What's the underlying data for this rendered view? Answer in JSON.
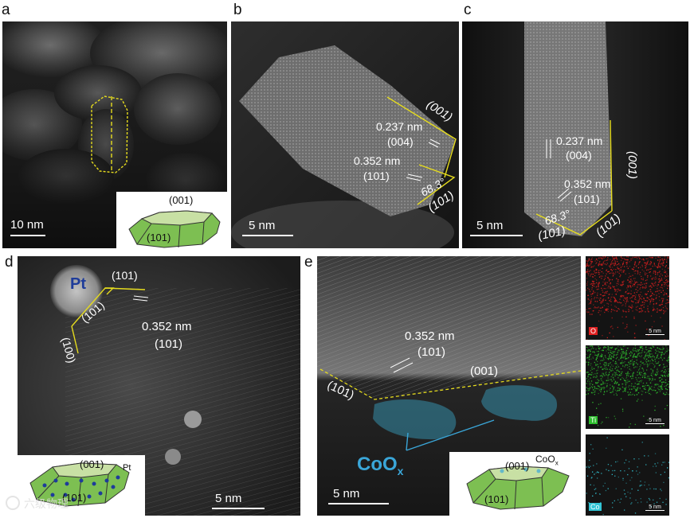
{
  "colors": {
    "annotation_line": "#e6dc1e",
    "crystal_green": "#7dbf52",
    "pt_label": "#1e3c9a",
    "coox_label": "#3aa6d8",
    "o_map": "#e02020",
    "ti_map": "#2fbf2f",
    "co_map": "#33c6d6",
    "cooxx_overlay": "#3aa6c8"
  },
  "panels": {
    "a": {
      "label": "a",
      "scale_bar": "10 nm",
      "inset": {
        "facet_top": "(001)",
        "facet_bottom": "(101)"
      }
    },
    "b": {
      "label": "b",
      "facet_top": "(001)",
      "facet_bottom": "(101)",
      "spacing_1": "0.237 nm",
      "plane_1": "(004)",
      "spacing_2": "0.352 nm",
      "plane_2": "(101)",
      "angle": "68.3°",
      "scale_bar": "5 nm"
    },
    "c": {
      "label": "c",
      "facet_side": "(001)",
      "facet_left": "(101)",
      "facet_right": "(101)",
      "spacing_1": "0.237 nm",
      "plane_1": "(004)",
      "spacing_2": "0.352 nm",
      "plane_2": "(101)",
      "angle": "68.3°",
      "scale_bar": "5 nm"
    },
    "d": {
      "label": "d",
      "pt_label": "Pt",
      "facet_top": "(101)",
      "facet_mid": "(101)",
      "facet_left": "(100)",
      "spacing": "0.352 nm",
      "plane": "(101)",
      "scale_bar": "5 nm",
      "inset": {
        "facet_top": "(001)",
        "facet_bottom": "(101)",
        "particle": "Pt"
      }
    },
    "e": {
      "label": "e",
      "spacing": "0.352 nm",
      "plane": "(101)",
      "facet_right": "(001)",
      "facet_left": "(101)",
      "coox_main": "CoO",
      "coox_sub": "x",
      "scale_bar": "5 nm",
      "inset": {
        "facet_top": "(001)",
        "facet_bottom": "(101)",
        "species_main": "CoO",
        "species_sub": "x"
      },
      "maps": [
        {
          "element": "O",
          "scale": "5 nm"
        },
        {
          "element": "Ti",
          "scale": "5 nm"
        },
        {
          "element": "Co",
          "scale": "5 nm"
        }
      ]
    }
  },
  "watermark": "六级物理"
}
